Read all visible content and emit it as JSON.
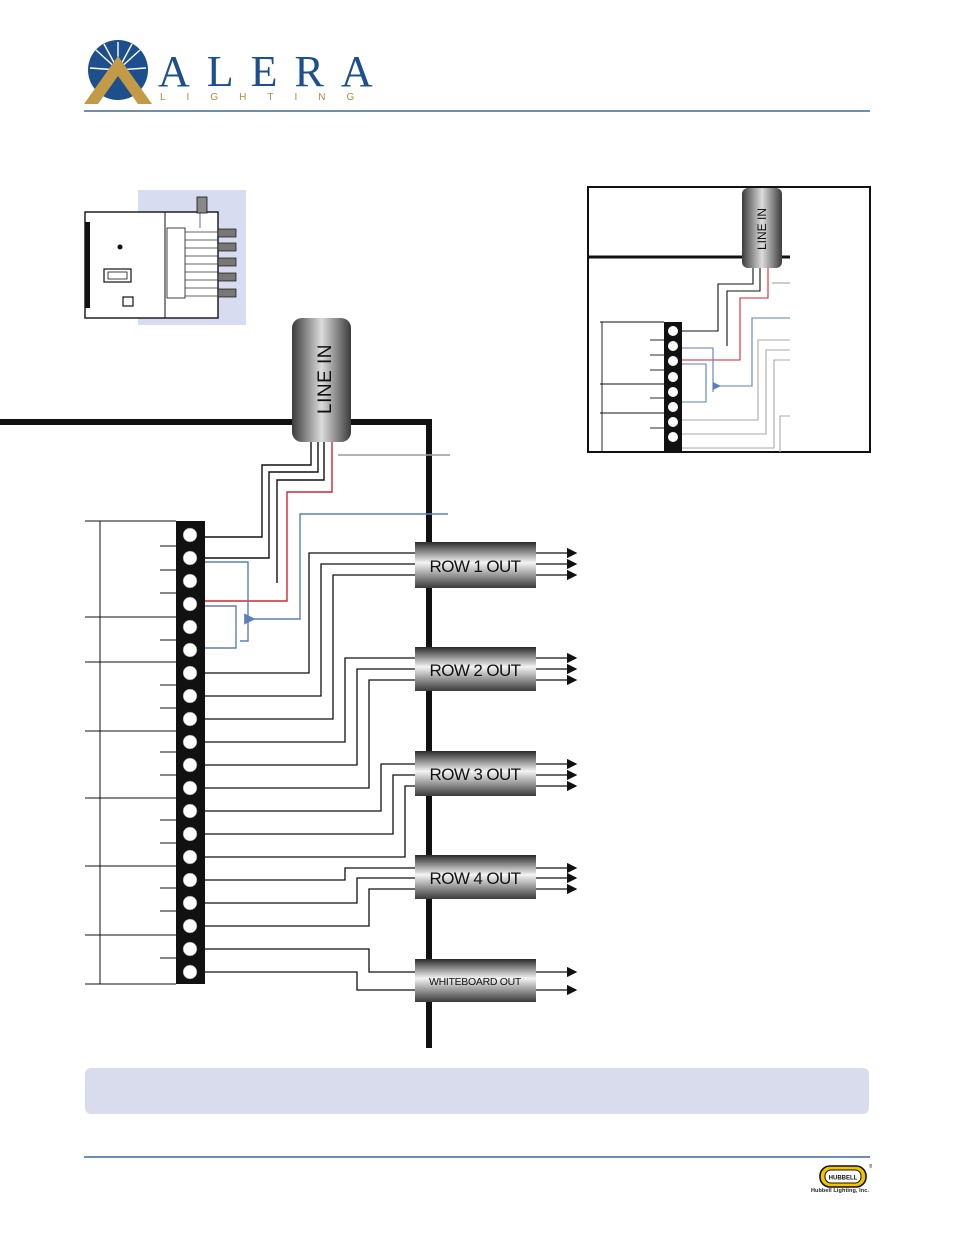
{
  "brand": {
    "name": "ALERA",
    "subtitle": "LIGHTING",
    "accent_color": "#1d4f8c",
    "gold_color": "#c39a45",
    "rule_color": "#6f8cb2"
  },
  "diagram": {
    "line_in_label": "LINE IN",
    "outputs": [
      "ROW 1 OUT",
      "ROW 2 OUT",
      "ROW 3 OUT",
      "ROW 4 OUT",
      "WHITEBOARD OUT"
    ],
    "inset_line_in_label": "LINE IN",
    "wire_colors": {
      "black": "#111111",
      "red": "#d22630",
      "blue": "#5b7fbd",
      "gray": "#9a9a9a"
    }
  },
  "footer": {
    "company": "Hubbell Lighting, Inc.",
    "badge_text": "HUBBELL",
    "registered_mark": "®"
  }
}
